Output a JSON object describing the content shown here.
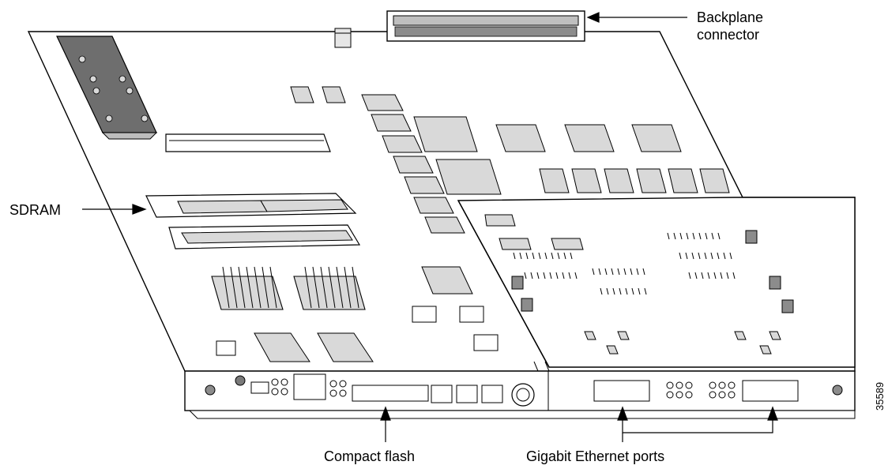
{
  "labels": {
    "backplane_line1": "Backplane",
    "backplane_line2": "connector",
    "sdram": "SDRAM",
    "compact_flash": "Compact flash",
    "gigabit_ethernet": "Gigabit Ethernet ports",
    "figure_id": "35589"
  },
  "colors": {
    "line": "#000000",
    "chip_fill": "#d9d9d9",
    "board_fill": "#ffffff",
    "panel_fill": "#ffffff"
  }
}
